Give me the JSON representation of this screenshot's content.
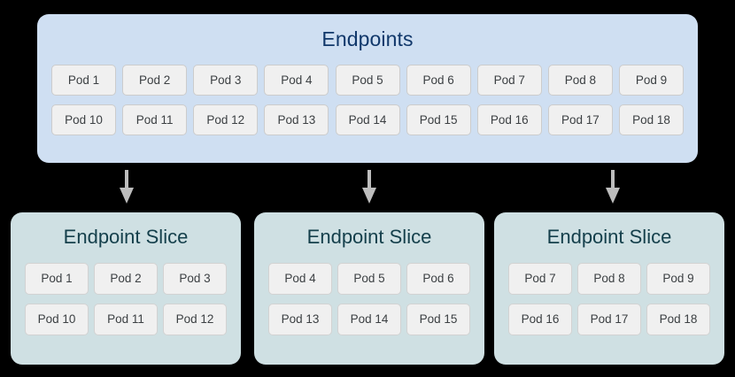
{
  "diagram": {
    "background_color": "#000000",
    "endpoints": {
      "title": "Endpoints",
      "panel_color": "#cfdff2",
      "title_color": "#11386b",
      "rows": [
        [
          "Pod 1",
          "Pod 2",
          "Pod 3",
          "Pod 4",
          "Pod 5",
          "Pod 6",
          "Pod 7",
          "Pod 8",
          "Pod 9"
        ],
        [
          "Pod 10",
          "Pod 11",
          "Pod 12",
          "Pod 13",
          "Pod 14",
          "Pod 15",
          "Pod 16",
          "Pod 17",
          "Pod 18"
        ]
      ]
    },
    "arrows": {
      "color": "#bdbdbd",
      "direction": "down",
      "count": 3
    },
    "slices": [
      {
        "title": "Endpoint Slice",
        "panel_color": "#cfe0e3",
        "title_color": "#143f4b",
        "rows": [
          [
            "Pod 1",
            "Pod 2",
            "Pod 3"
          ],
          [
            "Pod 10",
            "Pod 11",
            "Pod 12"
          ]
        ]
      },
      {
        "title": "Endpoint Slice",
        "panel_color": "#cfe0e3",
        "title_color": "#143f4b",
        "rows": [
          [
            "Pod 4",
            "Pod 5",
            "Pod 6"
          ],
          [
            "Pod 13",
            "Pod 14",
            "Pod 15"
          ]
        ]
      },
      {
        "title": "Endpoint Slice",
        "panel_color": "#cfe0e3",
        "title_color": "#143f4b",
        "rows": [
          [
            "Pod 7",
            "Pod 8",
            "Pod 9"
          ],
          [
            "Pod 16",
            "Pod 17",
            "Pod 18"
          ]
        ]
      }
    ]
  }
}
